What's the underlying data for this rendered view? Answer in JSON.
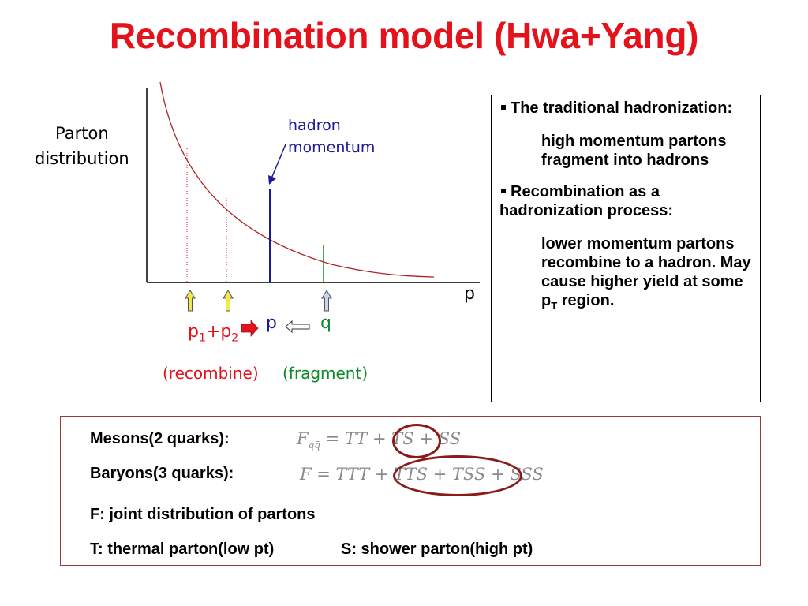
{
  "title": "Recombination model (Hwa+Yang)",
  "diagram": {
    "y_label_line1": "Parton",
    "y_label_line2": "distribution",
    "hadron_line1": "hadron",
    "hadron_line2": "momentum",
    "x_label": "p",
    "p12_p": "p",
    "p12_sub1": "1",
    "p12_plus": "+p",
    "p12_sub2": "2",
    "p_label": "p",
    "q_label": "q",
    "recombine": "(recombine)",
    "fragment": "(fragment)",
    "colors": {
      "red": "#e3121b",
      "blue": "#1a1a99",
      "green": "#0f8a2a"
    }
  },
  "textbox": {
    "bullet1": "The traditional hadronization:",
    "sub1": "high momentum partons fragment into hadrons",
    "bullet2": "Recombination as a hadronization process:",
    "sub2": "lower momentum partons recombine to a hadron. May cause higher yield at some p",
    "sub2_sub": "T",
    "sub2_tail": " region."
  },
  "formulas": {
    "mesons_label": "Mesons(2 quarks):",
    "mesons_eq_F": "F",
    "mesons_eq_sub": "qq̄",
    "mesons_eq_rest": " = TT + TS + SS",
    "baryons_label": "Baryons(3 quarks):",
    "baryons_eq": "F = TTT + TTS + TSS + SSS",
    "line_f": "F: joint distribution of partons",
    "line_t": "T: thermal parton(low pt)",
    "line_s": "S: shower parton(high pt)"
  }
}
